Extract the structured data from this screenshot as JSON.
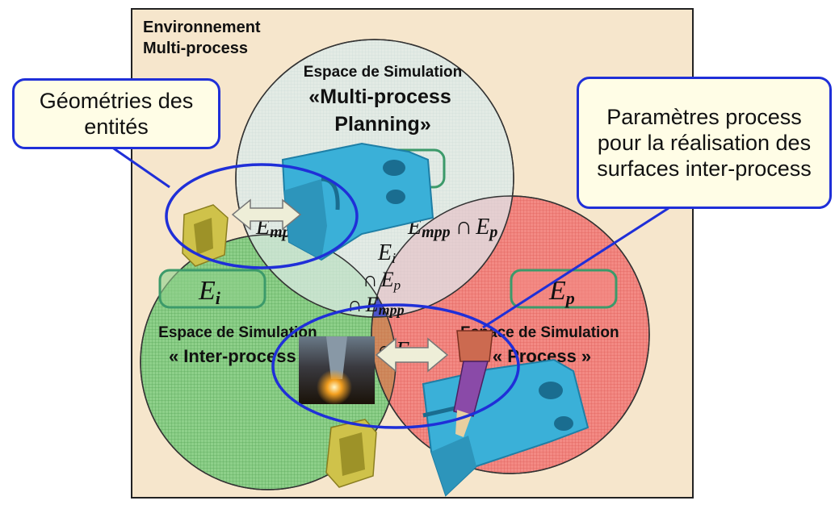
{
  "environment": {
    "line1": "Environnement",
    "line2": "Multi-process"
  },
  "space_mpp": {
    "line1": "Espace de Simulation",
    "line2": "«Multi-process",
    "line3": "Planning»"
  },
  "space_inter": {
    "line1": "Espace de Simulation",
    "line2": "« Inter-process »"
  },
  "space_process": {
    "line1": "Espace de Simulation",
    "line2": "« Process »"
  },
  "math": {
    "mpp_base": "E",
    "mpp_sub": "mpp",
    "i_base": "E",
    "i_sub": "i",
    "p_base": "E",
    "p_sub": "p",
    "cap": "∩"
  },
  "callouts": {
    "geometry": {
      "line1": "Géométries des",
      "line2": "entités"
    },
    "params": {
      "line1": "Paramètres process",
      "line2": "pour la réalisation des",
      "line3": "surfaces inter-process"
    }
  },
  "colors": {
    "background_box": "#f6e6cc",
    "circle_mpp": "#dfeceb",
    "circle_inter": "#8ed08a",
    "circle_process": "#f38a84",
    "center_region": "#4d55c8",
    "ellipse_stroke": "#1f2fd8",
    "label_box_stroke": "#3c9a6a",
    "part_color": "#3ab0d8",
    "yellow_part": "#cfc24a"
  }
}
